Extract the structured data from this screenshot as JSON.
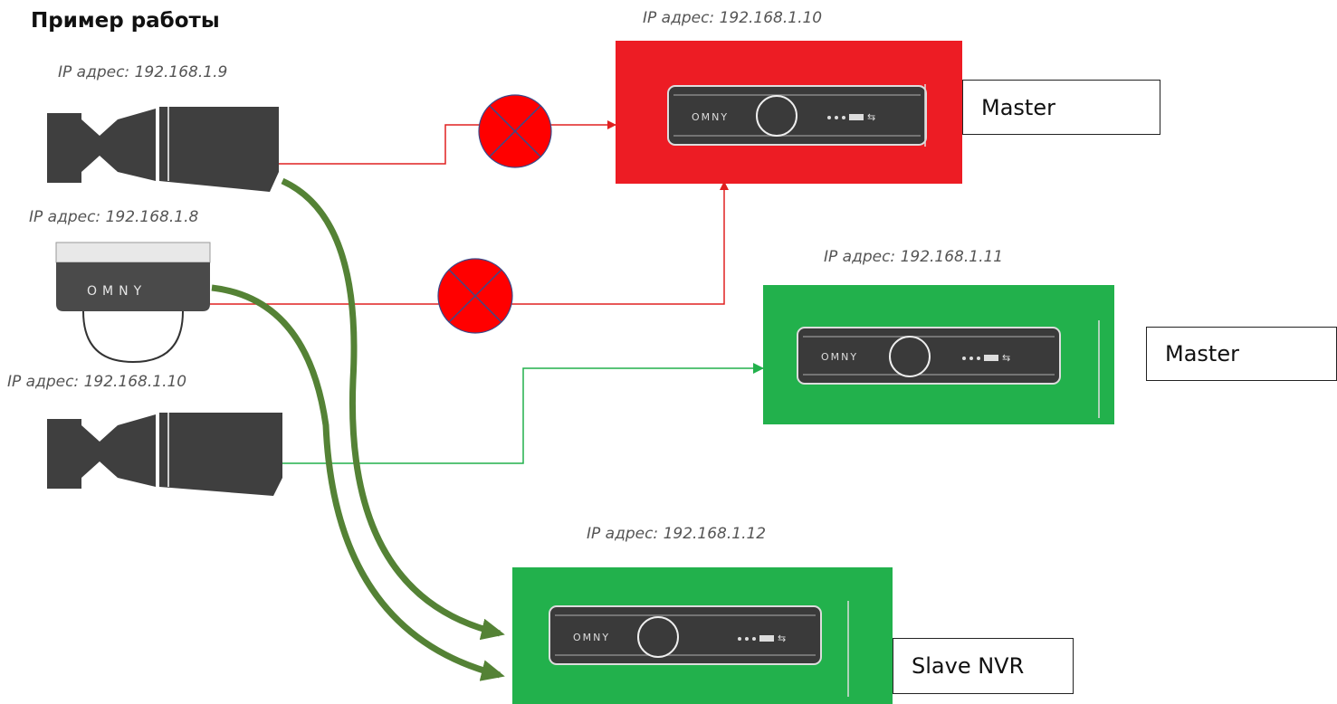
{
  "title": "Пример работы",
  "cameras": [
    {
      "id": "bullet-top",
      "ip": "IP адрес: 192.168.1.9"
    },
    {
      "id": "dome",
      "ip": "IP адрес: 192.168.1.8",
      "brand": "OMNY"
    },
    {
      "id": "bullet-bottom",
      "ip": "IP адрес: 192.168.1.10"
    }
  ],
  "recorders": [
    {
      "id": "nvr-red",
      "ip": "IP адрес: 192.168.1.10",
      "role": "Master",
      "status": "failed",
      "color": "#ed1c24",
      "brand": "OMNY"
    },
    {
      "id": "nvr-green-master",
      "ip": "IP адрес: 192.168.1.11",
      "role": "Master",
      "status": "active",
      "color": "#22b14c",
      "brand": "OMNY"
    },
    {
      "id": "nvr-slave",
      "ip": "IP адрес: 192.168.1.12",
      "role": "Slave NVR",
      "status": "active",
      "color": "#22b14c",
      "brand": "OMNY"
    }
  ],
  "colors": {
    "failed_link": "#e02020",
    "active_link": "#22b14c",
    "failover_arrow": "#548235",
    "failure_marker": "#ff0000"
  }
}
